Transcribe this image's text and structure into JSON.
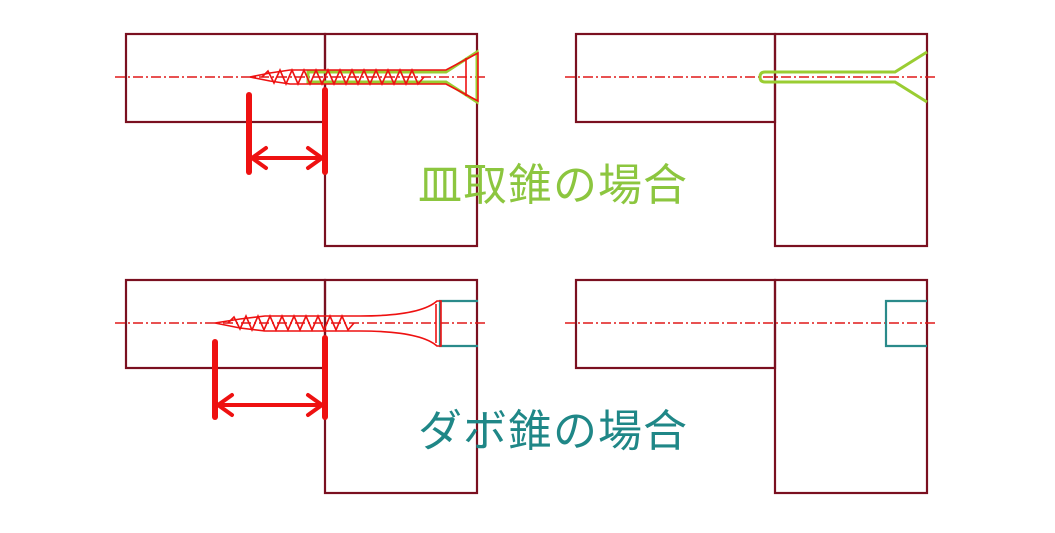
{
  "captions": {
    "countersink": "皿取錐の場合",
    "dowel": "ダボ錐の場合"
  },
  "colors": {
    "board": "#7a1020",
    "centerline": "#e01818",
    "screw": "#ee1111",
    "countersink_caption": "#8cc63f",
    "countersink_bit": "#9acd32",
    "dowel_caption": "#1f8787",
    "dowel_bit": "#2a8a8a",
    "background": "#ffffff"
  },
  "icons": {
    "screw": "countersunk-screw",
    "dimension": "double-headed-arrow"
  }
}
